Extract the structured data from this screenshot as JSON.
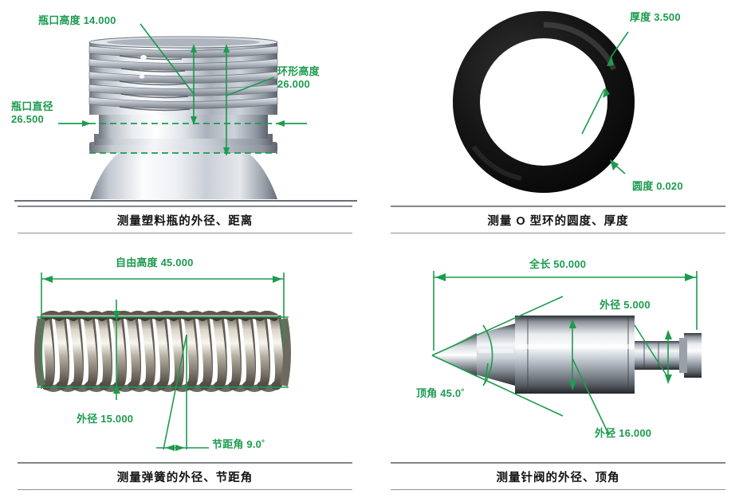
{
  "meta": {
    "accent_green": "#1d9b4f",
    "caption_color": "#121212",
    "background": "#ffffff"
  },
  "panels": [
    {
      "id": "plastic-bottle",
      "caption": "测量塑料瓶的外径、距离",
      "labels": [
        {
          "name": "bottle-neck-height",
          "text": "瓶口高度 14.000",
          "value": "14.000",
          "term": "瓶口高度"
        },
        {
          "name": "ring-height",
          "text_line1": "环形高度",
          "text_line2": "26.000",
          "value": "26.000",
          "term": "环形高度"
        },
        {
          "name": "bottle-mouth-diameter",
          "text_line1": "瓶口直径",
          "text_line2": "26.500",
          "value": "26.500",
          "term": "瓶口直径"
        }
      ]
    },
    {
      "id": "o-ring",
      "caption": "测量 O 型环的圆度、厚度",
      "labels": [
        {
          "name": "o-ring-thickness",
          "text": "厚度 3.500",
          "value": "3.500",
          "term": "厚度"
        },
        {
          "name": "o-ring-roundness",
          "text": "圆度 0.020",
          "value": "0.020",
          "term": "圆度"
        }
      ]
    },
    {
      "id": "spring",
      "caption": "测量弹簧的外径、节距角",
      "labels": [
        {
          "name": "spring-free-height",
          "text": "自由高度 45.000",
          "value": "45.000",
          "term": "自由高度"
        },
        {
          "name": "spring-outer-diameter",
          "text": "外径 15.000",
          "value": "15.000",
          "term": "外径"
        },
        {
          "name": "spring-pitch-angle",
          "text": "节距角 9.0˚",
          "value": "9.0˚",
          "term": "节距角"
        }
      ]
    },
    {
      "id": "needle-valve",
      "caption": "测量针阀的外径、顶角",
      "labels": [
        {
          "name": "valve-total-length",
          "text": "全长 50.000",
          "value": "50.000",
          "term": "全长"
        },
        {
          "name": "valve-outer-diameter-small",
          "text": "外径 5.000",
          "value": "5.000",
          "term": "外径"
        },
        {
          "name": "valve-apex-angle",
          "text": "顶角 45.0˚",
          "value": "45.0˚",
          "term": "顶角"
        },
        {
          "name": "valve-outer-diameter-large",
          "text": "外径 16.000",
          "value": "16.000",
          "term": "外径"
        }
      ]
    }
  ]
}
